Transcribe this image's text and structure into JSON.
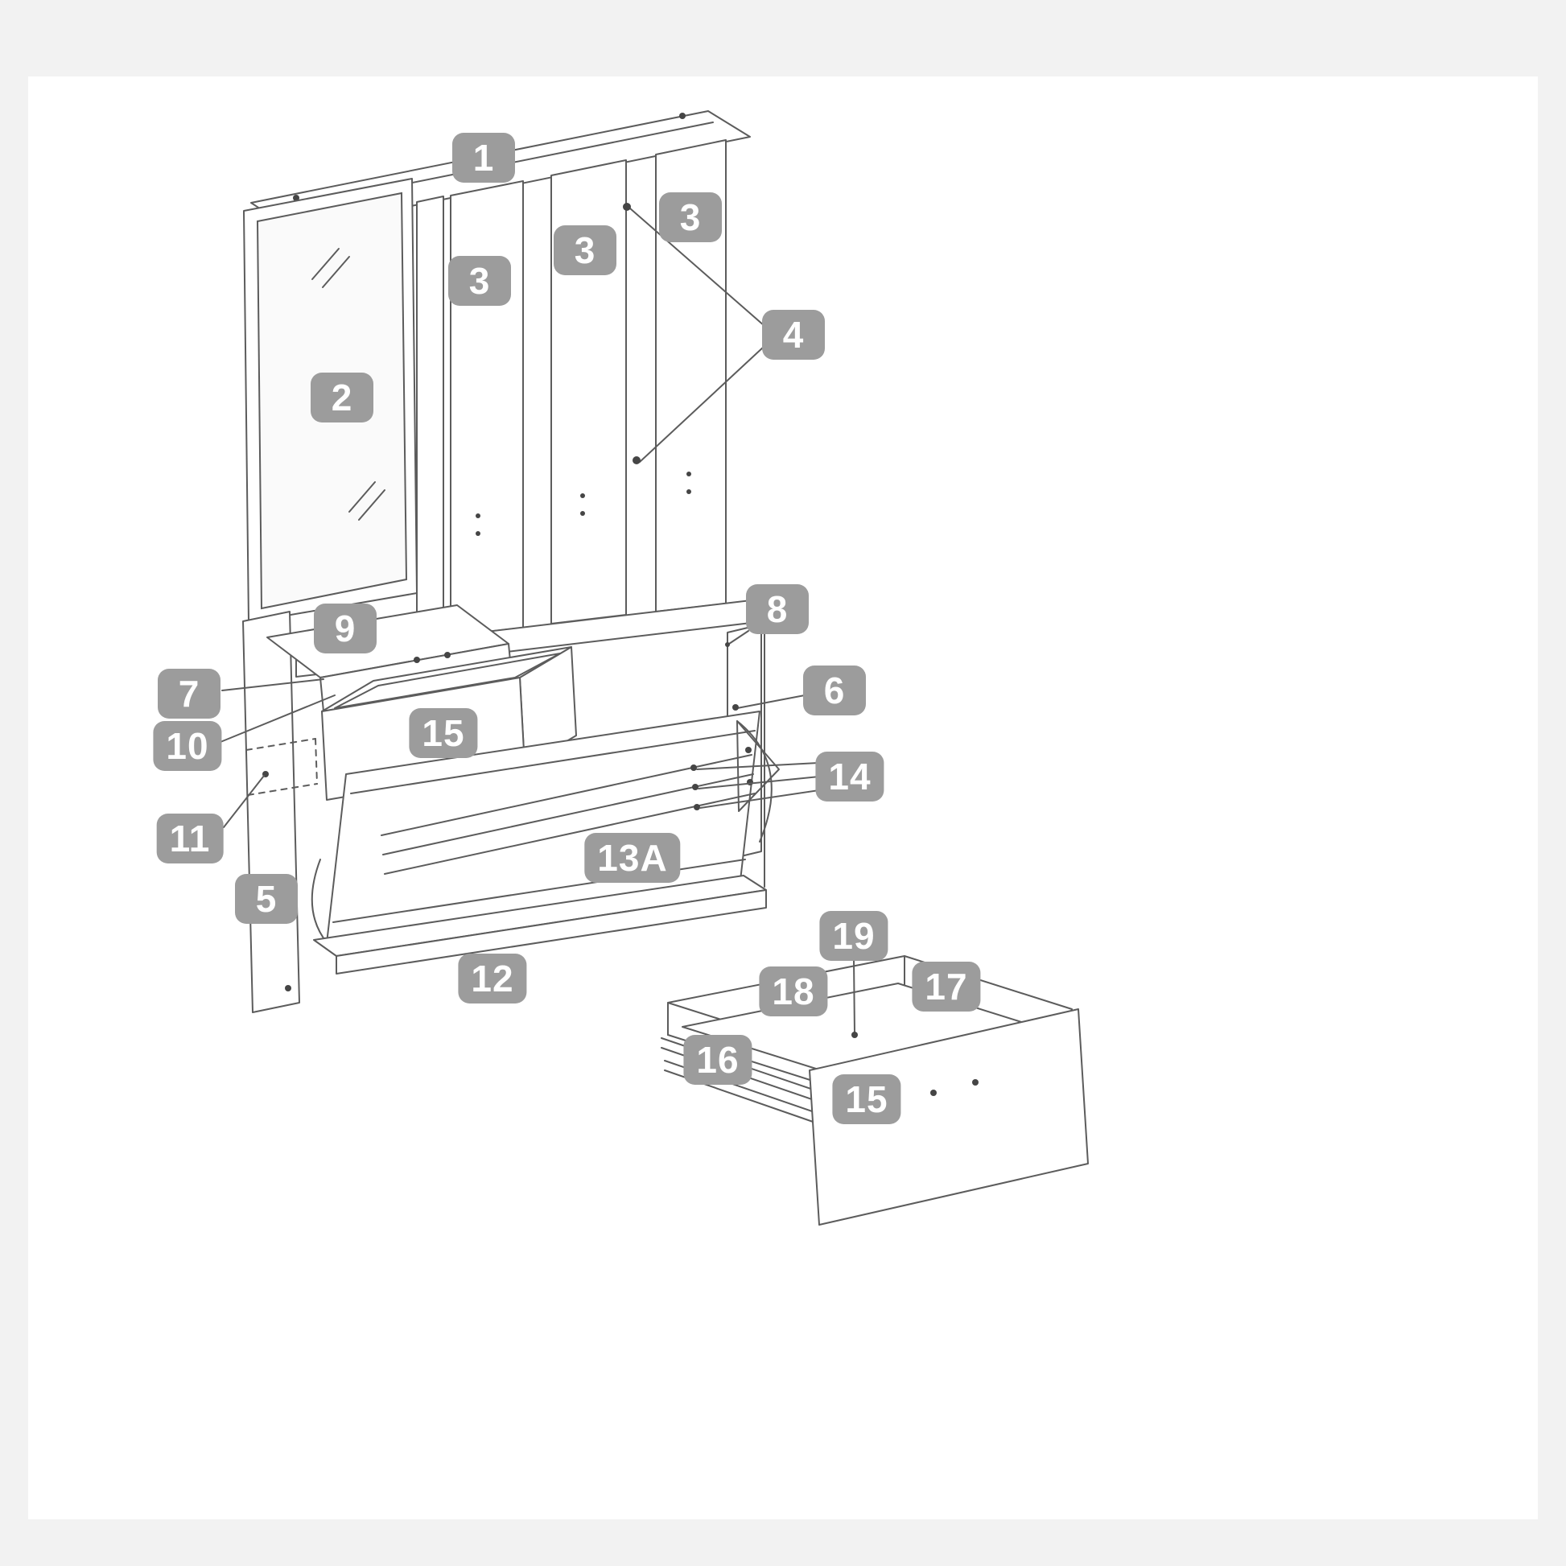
{
  "theme": {
    "badge-bg": "#9c9c9c",
    "badge-text": "#ffffff",
    "line-color": "#5c5c5c",
    "frame-bg": "#f2f2f2",
    "paper-bg": "#ffffff"
  },
  "labels": [
    {
      "text": "1"
    },
    {
      "text": "2"
    },
    {
      "text": "3"
    },
    {
      "text": "3"
    },
    {
      "text": "3"
    },
    {
      "text": "4"
    },
    {
      "text": "9"
    },
    {
      "text": "8"
    },
    {
      "text": "7"
    },
    {
      "text": "10"
    },
    {
      "text": "6"
    },
    {
      "text": "15"
    },
    {
      "text": "14"
    },
    {
      "text": "11"
    },
    {
      "text": "13A"
    },
    {
      "text": "5"
    },
    {
      "text": "12"
    },
    {
      "text": "19"
    },
    {
      "text": "18"
    },
    {
      "text": "17"
    },
    {
      "text": "16"
    },
    {
      "text": "15"
    }
  ]
}
